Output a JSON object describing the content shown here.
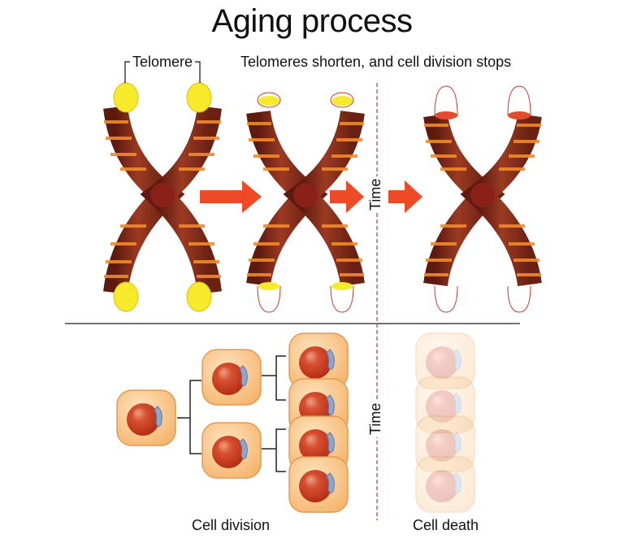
{
  "title": "Aging process",
  "labels": {
    "telomere": "Telomere",
    "shorten": "Telomeres shorten, and cell division stops",
    "time_top": "Time",
    "time_bottom": "Time",
    "cell_division": "Cell division",
    "cell_death": "Cell death"
  },
  "colors": {
    "chromatid": "#8a2f1c",
    "band": "#f08a2a",
    "telomere": "#f7ea2a",
    "centromere": "#8a2018",
    "arrow": "#ee4a25",
    "divider": "#c0392b",
    "cell": "#f8c68a",
    "nucleus": "#cf3a1c"
  }
}
